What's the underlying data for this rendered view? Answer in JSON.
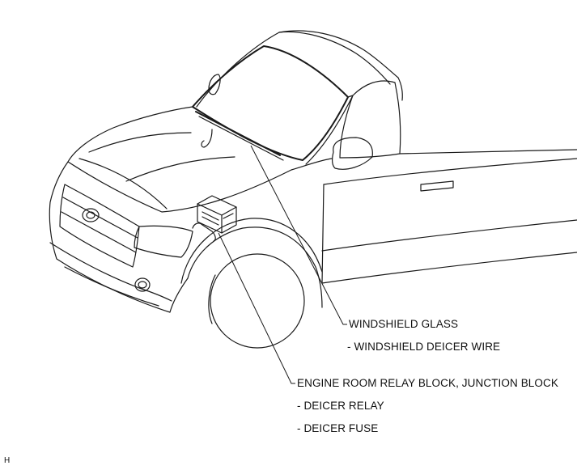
{
  "labels": {
    "windshield_glass": "WINDSHIELD GLASS",
    "windshield_deicer_wire": "- WINDSHIELD DEICER WIRE",
    "engine_room_block": "ENGINE ROOM RELAY BLOCK, JUNCTION BLOCK",
    "deicer_relay": "- DEICER RELAY",
    "deicer_fuse": "- DEICER FUSE"
  },
  "figure_code": "H",
  "colors": {
    "line": "#1a1a1a",
    "background": "#ffffff"
  }
}
